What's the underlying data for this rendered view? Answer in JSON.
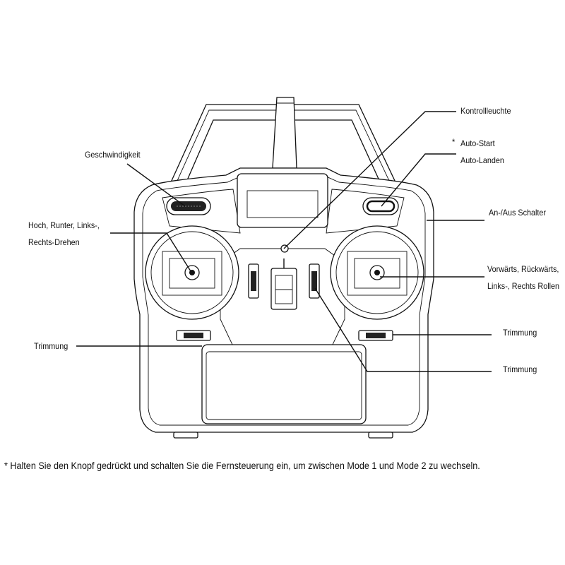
{
  "labels": {
    "kontrollleuchte": "Kontrollleuchte",
    "auto_start_marker": "*",
    "auto_start": "Auto-Start",
    "auto_landen": "Auto-Landen",
    "geschwindigkeit": "Geschwindigkeit",
    "an_aus": "An-/Aus Schalter",
    "hoch_runter_1": "Hoch, Runter, Links-,",
    "hoch_runter_2": "Rechts-Drehen",
    "vorwaerts_1": "Vorwärts, Rückwärts,",
    "vorwaerts_2": "Links-, Rechts Rollen",
    "trimmung_left": "Trimmung",
    "trimmung_right_top": "Trimmung",
    "trimmung_right_bottom": "Trimmung"
  },
  "footnote": "* Halten Sie den Knopf gedrückt und schalten Sie die Fernsteuerung ein, um zwischen Mode 1 und Mode 2 zu wechseln."
}
